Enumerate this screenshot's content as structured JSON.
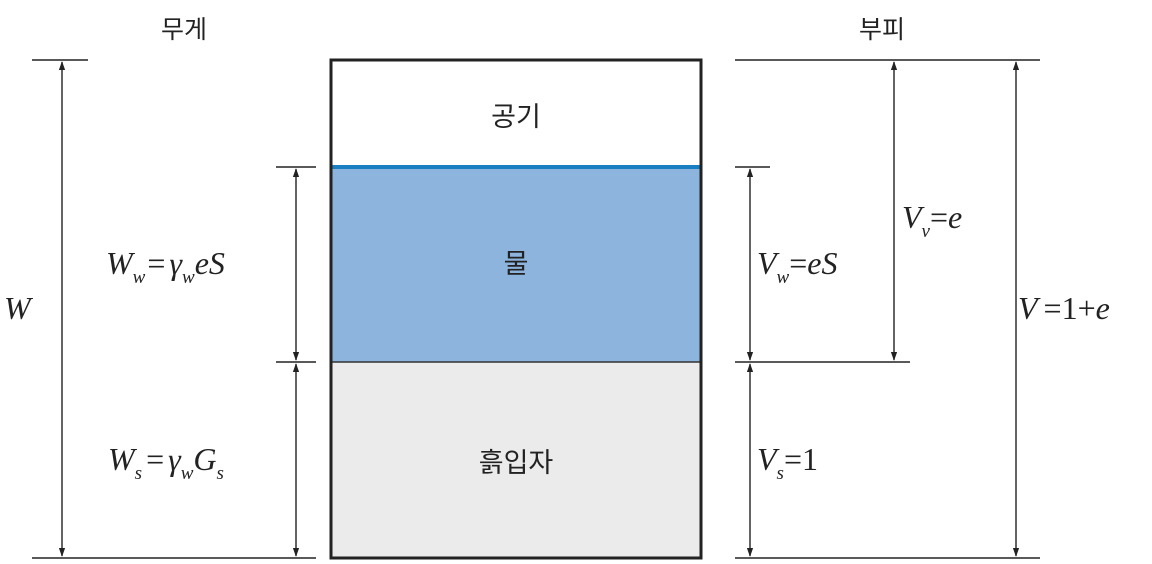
{
  "headers": {
    "weight": "무게",
    "volume": "부피"
  },
  "phases": {
    "air": {
      "label": "공기",
      "color": "#ffffff"
    },
    "water": {
      "label": "물",
      "color": "#8cb4dc",
      "surface_color": "#1a7fc0"
    },
    "solid": {
      "label": "흙입자",
      "color": "#ebebeb"
    }
  },
  "weights": {
    "total": {
      "symbol": "W"
    },
    "water": {
      "lhs_main": "W",
      "lhs_sub": "w",
      "eq": "=",
      "gamma": "γ",
      "gamma_sub": "w",
      "rhs": "eS"
    },
    "solid": {
      "lhs_main": "W",
      "lhs_sub": "s",
      "eq": "=",
      "gamma": "γ",
      "gamma_sub": "w",
      "rhs_main": "G",
      "rhs_sub": "s"
    }
  },
  "volumes": {
    "water": {
      "main": "V",
      "sub": "w",
      "eq": "=",
      "rhs": "eS"
    },
    "voids": {
      "main": "V",
      "sub": "v",
      "eq": "=",
      "rhs": "e"
    },
    "solid": {
      "main": "V",
      "sub": "s",
      "eq": "=",
      "rhs": "1"
    },
    "total": {
      "main": "V",
      "eq": "=",
      "one": "1",
      "plus": "+",
      "rhs": "e"
    }
  }
}
